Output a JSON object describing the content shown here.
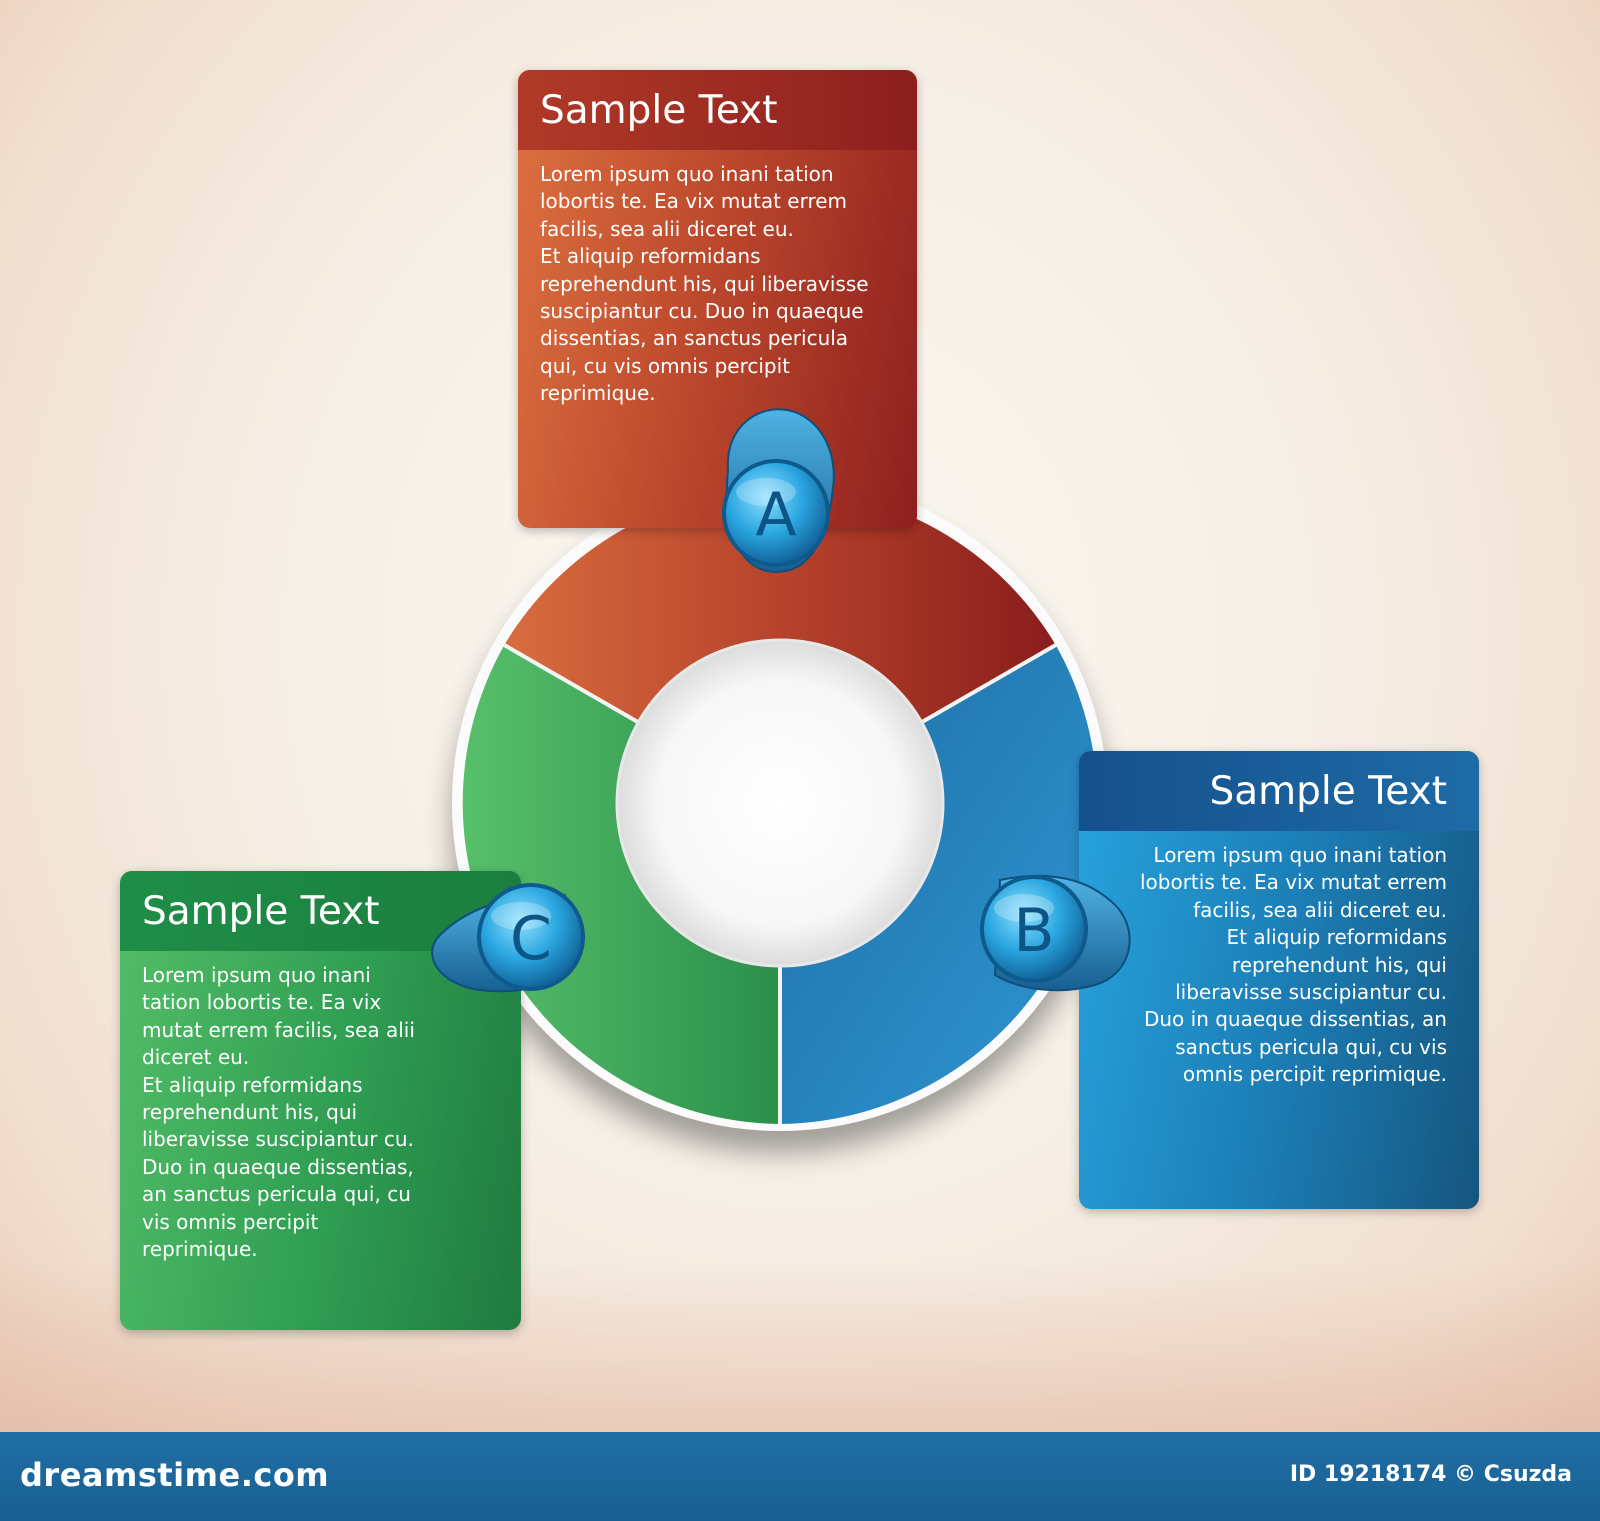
{
  "diagram": {
    "sections": [
      {
        "letter": "A",
        "title": "Sample Text",
        "body": [
          "Lorem ipsum quo inani tation",
          "lobortis te. Ea vix mutat errem",
          "facilis, sea alii diceret eu.",
          "Et aliquip reformidans",
          "reprehendunt his, qui liberavisse",
          "suscipiantur cu. Duo in quaeque",
          "dissentias, an sanctus pericula",
          "qui, cu vis omnis percipit",
          "reprimique."
        ],
        "color": "#b13a27"
      },
      {
        "letter": "B",
        "title": "Sample Text",
        "body": [
          "Lorem ipsum quo inani tation",
          "lobortis te. Ea vix mutat errem",
          "facilis, sea alii diceret eu.",
          "Et aliquip reformidans",
          "reprehendunt his, qui",
          "liberavisse suscipiantur cu.",
          "Duo in quaeque dissentias, an",
          "sanctus pericula qui, cu vis",
          "omnis percipit reprimique."
        ],
        "color": "#1c7fb7"
      },
      {
        "letter": "C",
        "title": "Sample Text",
        "body": [
          "Lorem ipsum quo inani",
          "tation lobortis te. Ea vix",
          "mutat errem facilis, sea alii",
          "diceret eu.",
          "Et aliquip reformidans",
          "reprehendunt his, qui",
          "liberavisse suscipiantur cu.",
          "Duo in quaeque dissentias,",
          "an sanctus pericula qui, cu",
          "vis omnis percipit",
          "reprimique."
        ],
        "color": "#2f9e52"
      }
    ],
    "badge_color": "#2aa6e0"
  },
  "footer": {
    "site": "dreamstime.com",
    "credit": "ID 19218174 © Csuzda"
  }
}
